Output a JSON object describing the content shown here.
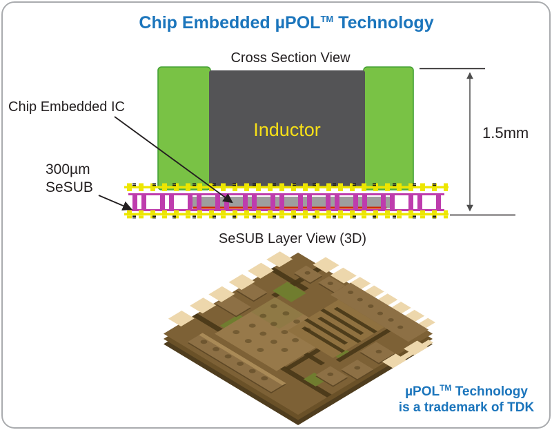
{
  "css_colors": {
    "accent": "#1B75BC",
    "line": "#231F20",
    "border-gray": "#A9ABAE",
    "dim-gray": "#4D4D4D",
    "terminal-green": "#79C245",
    "terminal-green-edge": "#43A135",
    "inductor-gray": "#545456",
    "text-yellow": "#F7E017",
    "sub-yellow": "#EDE600",
    "via-magenta": "#BE3CAD",
    "ic-gray": "#9E9E9E",
    "die-red": "#CC2A00",
    "board-base": "#4F3D1E",
    "board-mid": "#6A5128",
    "board-top": "#7D6136",
    "plate": "#97794A",
    "plate-tint": "#8A7A42",
    "pad-tan": "#EDD7AC",
    "trench": "#493818",
    "board-green": "#707D2F",
    "meander": "#8F7140",
    "block": "#8D7045",
    "block-shadow": "#5E4826",
    "bar-top": "#A98A57",
    "bump": "#3C2D10"
  },
  "header": {
    "title_prefix": "Chip Embedded ",
    "title_product": "µPOL",
    "title_tm": "TM",
    "title_suffix": " Technology"
  },
  "cross_section": {
    "heading": "Cross Section View",
    "inductor_label": "Inductor",
    "ic_label": "Chip Embedded IC",
    "sesub_size": "300µm",
    "sesub_name": "SeSUB",
    "height_dim": "1.5mm"
  },
  "layer_view": {
    "heading": "SeSUB Layer View (3D)"
  },
  "footer": {
    "product": "µPOL",
    "tm": "TM",
    "suffix": " Technology",
    "line2": "is a trademark of TDK"
  }
}
